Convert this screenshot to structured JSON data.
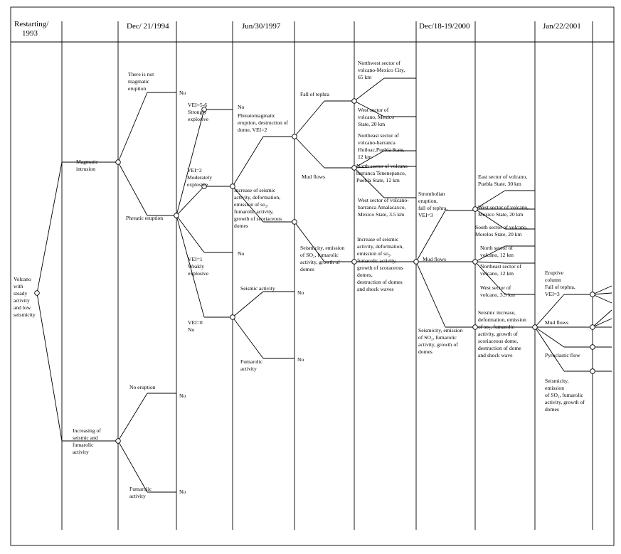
{
  "headers": [
    "Restarting/ 1993",
    "Dec/ 21/1994",
    "Jun/30/1997",
    "Dec/18-19/2000",
    "Jan/22/2001"
  ],
  "labels": {
    "root": "Volcano with steady activity and low seismicity",
    "magmatic_intrusion": "Magmatic intrusion",
    "increasing_seismic": "Increasing of seismic and fumarolic activity",
    "not_magmatic": "There is not magmatic eruption",
    "phreatic": "Phreatic eruption",
    "no_eruption": "No eruption",
    "fumarolic": "Fumarolic activity",
    "no": "No",
    "vei56": "VEI=5-6 Strongly explosive",
    "vei2": "VEI=2 Moderately explosive",
    "vei1": "VEI=1 Weakly explosive",
    "vei0": "VEI=0 No",
    "phreatomagmatic": "Phreatomagmatic eruption, destruction of dome, VEI=2",
    "increase_seismic_1997": "Increase of seismic activity, deformation, emission of so2, fumarolic activity, growth of scoriaceous domes",
    "seismic_activity": "Seismic activity",
    "fumarolic_activity": "Fumarolic activity",
    "fall_tephra": "Fall of tephra",
    "mud_flows": "Mud flows",
    "seismicity_so2_1": "Seismicity, emission of SO2, fumarolic activity, growth of domes",
    "nw_sector": "Northwest sector of volcano-Mexico City, 65 km",
    "w_sector_1": "West sector of volcano, Mexico State, 20 km",
    "ne_sector": "Northeast sector of volcano-barranca Huiloac,Puebla State, 12 km",
    "n_sector": "North sector of volcano-barranca Tenenepanco, Puebla State, 12 km",
    "w_sector_2": "West sector of volcano-barranca Amalacaxco, Mexico State, 3.5 km",
    "increase_seismic_2000": "Increase of seismic activity, deformation, emission of so2, fumarolic activity, growth of scoraceous domes, destruction of domes and shock waves",
    "strombolian": "Strombolian eruption, fall of tephra, VEI=3",
    "mud_flows_2": "Mud flows",
    "seismicity_so2_2": "Seismicity, emission of SO2, fumarolic activity, growth of domes",
    "e_sector": "East sector of volcano, Puebla State, 30 km",
    "w_sector_3": "West sector of volcano, Mexico State, 20 km",
    "s_sector": "South sector of volcano, Morelos State, 20 km",
    "n_sector_2": "North sector of volcano, 12 km",
    "ne_sector_2": "Northeast sector of volcano, 12 km",
    "w_sector_4": "West sector of volcano, 3.5 km",
    "seismic_increase_2001": "Seismic increase, deformation, emission of so2, fumarolic activity, growth of scoriaceous dome, destruction of dome and shock wave",
    "eruptive_column": "Eruptive column Fall of tephra, VEI=3",
    "mud_flows_3": "Mud flows",
    "pyroclastic": "Pyroclastic flow",
    "seismicity_so2_3": "Seismicity, emission of SO2, fumarolic activity, growth of domes"
  }
}
